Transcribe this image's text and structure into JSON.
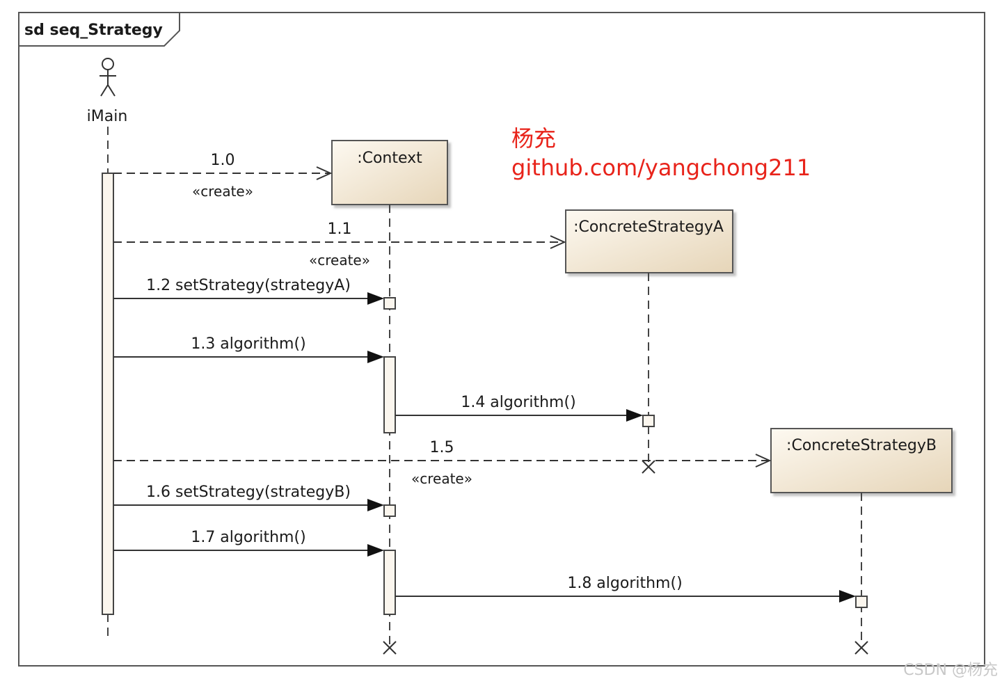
{
  "frame": {
    "title": "sd seq_Strategy"
  },
  "actor": {
    "name": "iMain"
  },
  "lifelines": {
    "context": ":Context",
    "strategyA": ":ConcreteStrategyA",
    "strategyB": ":ConcreteStrategyB"
  },
  "messages": [
    {
      "id": "m10",
      "label": "1.0",
      "stereotype": "«create»"
    },
    {
      "id": "m11",
      "label": "1.1",
      "stereotype": "«create»"
    },
    {
      "id": "m12",
      "label": "1.2 setStrategy(strategyA)"
    },
    {
      "id": "m13",
      "label": "1.3 algorithm()"
    },
    {
      "id": "m14",
      "label": "1.4 algorithm()"
    },
    {
      "id": "m15",
      "label": "1.5",
      "stereotype": "«create»"
    },
    {
      "id": "m16",
      "label": "1.6 setStrategy(strategyB)"
    },
    {
      "id": "m17",
      "label": "1.7 algorithm()"
    },
    {
      "id": "m18",
      "label": "1.8 algorithm()"
    }
  ],
  "annotation": {
    "line1": "杨充",
    "line2": "github.com/yangchong211"
  },
  "credit": "CSDN @杨充",
  "colors": {
    "box_fill_top": "#fbf6ec",
    "box_fill_bottom": "#eadbc1",
    "activation_fill": "#fbf6ee",
    "annotation": "#e8231a"
  }
}
